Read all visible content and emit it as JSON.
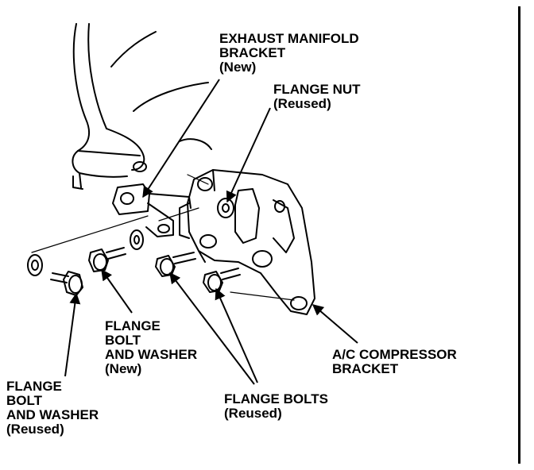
{
  "callouts": {
    "exhaust_manifold_bracket": {
      "lines": [
        "EXHAUST MANIFOLD",
        "BRACKET",
        "(New)"
      ]
    },
    "flange_nut": {
      "lines": [
        "FLANGE NUT",
        "(Reused)"
      ]
    },
    "flange_bolt_washer_new": {
      "lines": [
        "FLANGE",
        "BOLT",
        "AND WASHER",
        "(New)"
      ]
    },
    "flange_bolt_washer_reused": {
      "lines": [
        "FLANGE",
        "BOLT",
        "AND WASHER",
        "(Reused)"
      ]
    },
    "flange_bolts": {
      "lines": [
        "FLANGE BOLTS",
        "(Reused)"
      ]
    },
    "ac_compressor_bracket": {
      "lines": [
        "A/C COMPRESSOR",
        "BRACKET"
      ]
    }
  },
  "colors": {
    "ink": "#000000",
    "paper": "#ffffff"
  }
}
